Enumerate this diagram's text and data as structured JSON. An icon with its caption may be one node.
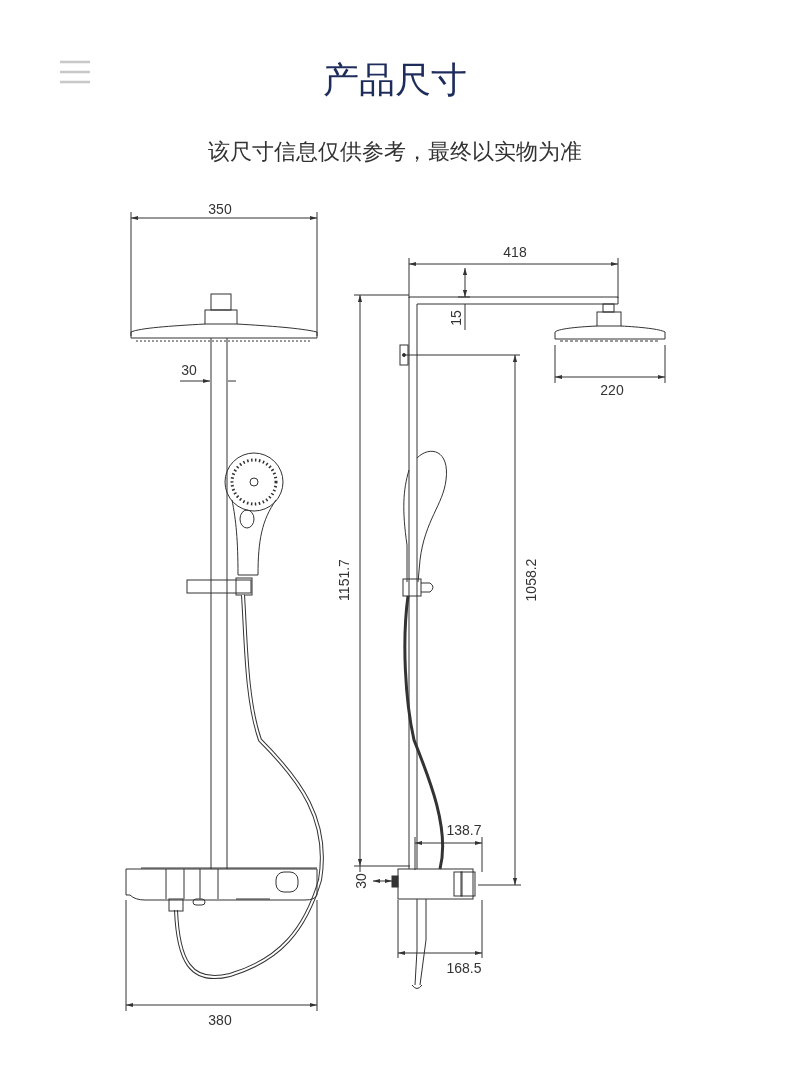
{
  "diagram": {
    "title": "产品尺寸",
    "labels": [
      "该尺寸信息仅供参考，最终以实物为准",
      "350",
      "418",
      "15",
      "30",
      "220",
      "1151.7",
      "1058.2",
      "138.7",
      "30",
      "168.5",
      "380"
    ]
  }
}
